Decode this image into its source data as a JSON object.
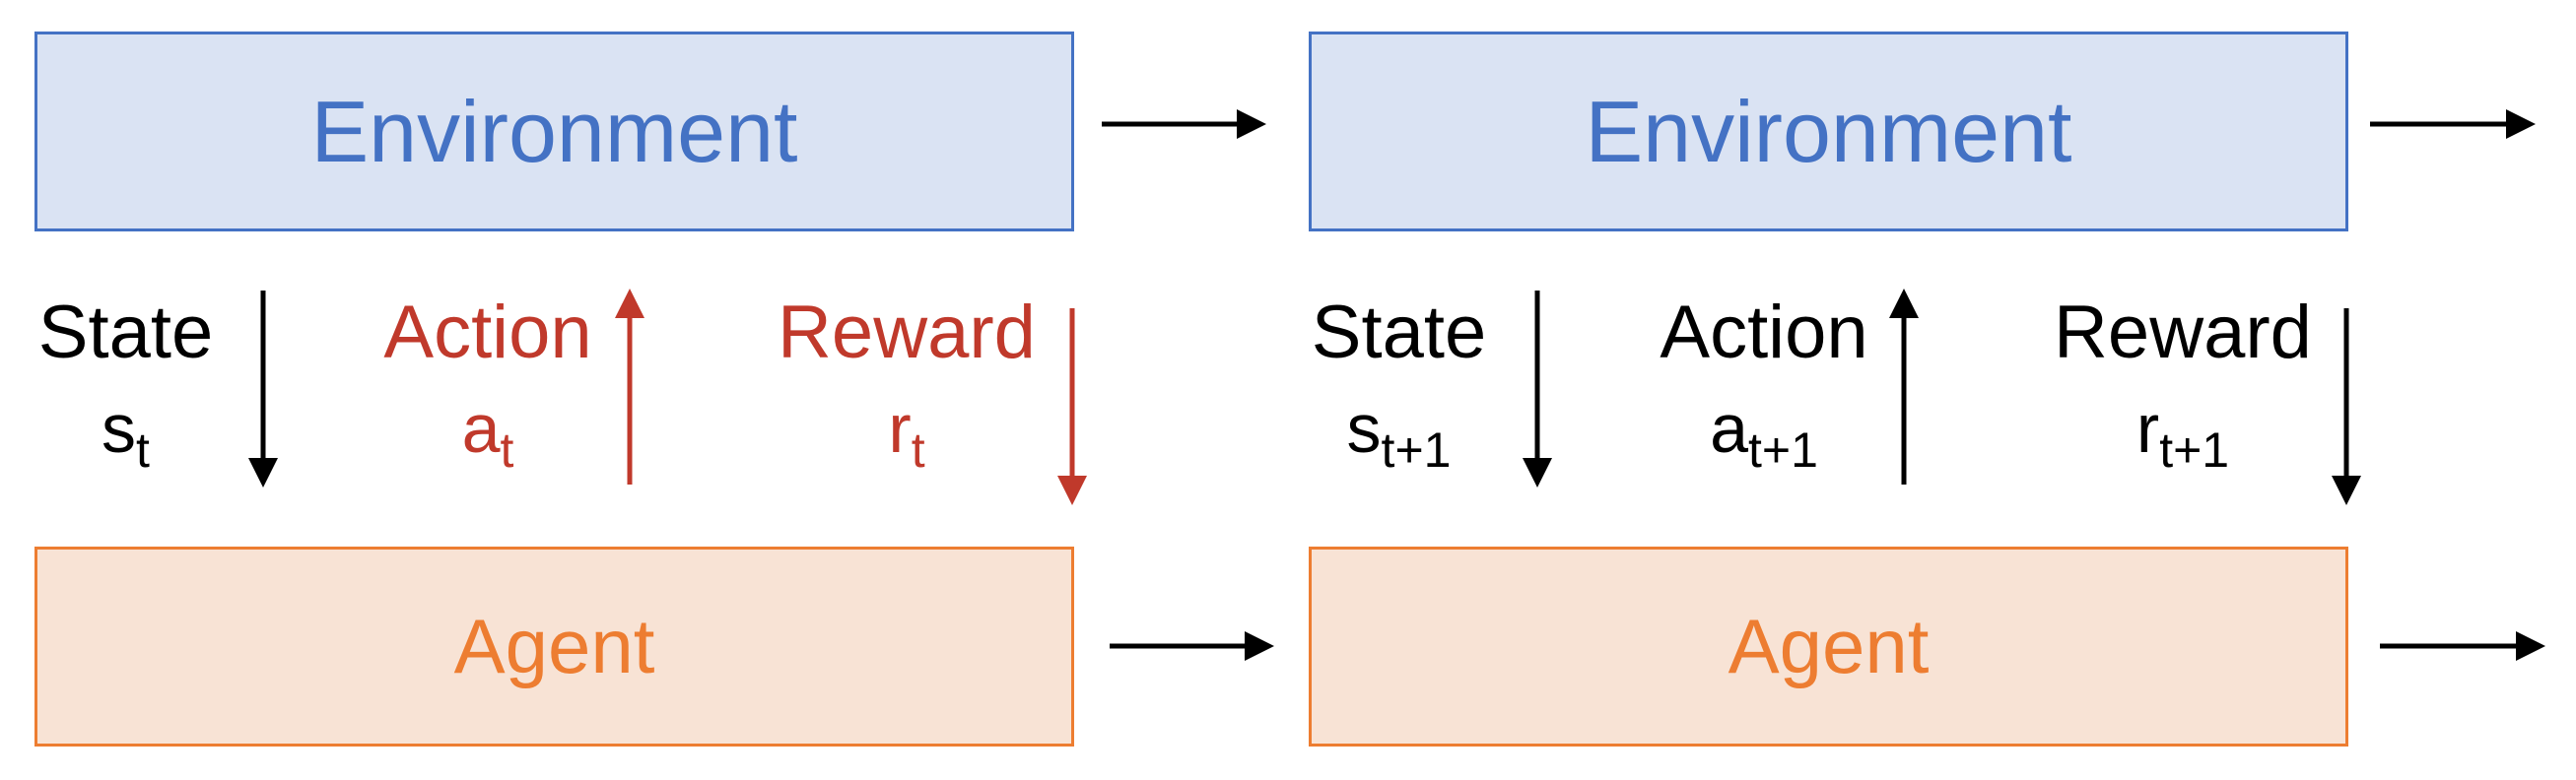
{
  "steps": [
    {
      "environment": "Environment",
      "agent": "Agent",
      "state_label": "State",
      "state_var": "s",
      "state_sub": "t",
      "action_label": "Action",
      "action_var": "a",
      "action_sub": "t",
      "reward_label": "Reward",
      "reward_var": "r",
      "reward_sub": "t"
    },
    {
      "environment": "Environment",
      "agent": "Agent",
      "state_label": "State",
      "state_var": "s",
      "state_sub": "t+1",
      "action_label": "Action",
      "action_var": "a",
      "action_sub": "t+1",
      "reward_label": "Reward",
      "reward_var": "r",
      "reward_sub": "t+1"
    }
  ],
  "colors": {
    "environment_fill": "#dae3f3",
    "environment_border": "#4472c4",
    "agent_fill": "#f8e3d5",
    "agent_border": "#ed7d31",
    "highlight": "#c0392b",
    "normal": "#000000"
  }
}
